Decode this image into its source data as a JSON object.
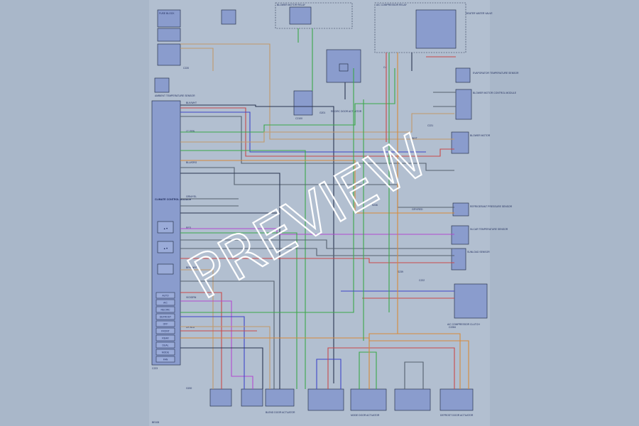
{
  "watermark": {
    "text": "PREVIEW"
  },
  "connector_labels": {
    "c220": "C220",
    "c223": "C223",
    "c221": "C221",
    "c2100": "C2100",
    "c4": "C4",
    "c2284": "C2284",
    "g200": "G200",
    "g201": "G201",
    "s236": "S236",
    "s239": "S239",
    "c222": "C222"
  },
  "components": {
    "blower_motor_relay": "BLOWER MOTOR RELAY",
    "blend_door_actuator": "BLEND DOOR ACTUATOR",
    "mode_door_actuator": "MODE DOOR ACTUATOR",
    "recirc_door_actuator": "RECIRC DOOR ACTUATOR",
    "fuse_block": "FUSE BLOCK",
    "hvac_module": "CLIMATE CONTROL MODULE",
    "ambient_sensor": "AMBIENT TEMPERATURE SENSOR",
    "evap_sensor": "EVAPORATOR TEMPERATURE SENSOR",
    "in_car_sensor": "IN-CAR TEMPERATURE SENSOR",
    "sunload_sensor": "SUNLOAD SENSOR",
    "blower_motor": "BLOWER MOTOR",
    "blower_control": "BLOWER MOTOR CONTROL MODULE",
    "refrigerant_sensor": "REFRIGERANT PRESSURE SENSOR",
    "ac_relay": "A/C COMPRESSOR RELAY",
    "ac_clutch": "A/C COMPRESSOR CLUTCH",
    "defrost_door": "DEFROST DOOR ACTUATOR",
    "heater_valve": "HEATER WATER VALVE"
  },
  "module_buttons": [
    "AUTO",
    "A/C",
    "RECIRC",
    "DEFROST",
    "OFF",
    "FRONT",
    "REAR",
    "DUAL",
    "MODE",
    "FAN"
  ],
  "wire_labels": {
    "w1": "BLK/WHT",
    "w2": "GRN/YEL",
    "w3": "BLU/ORG",
    "w4": "RED",
    "w5": "WHT",
    "w6": "VIO/GRN",
    "w7": "LT GRN",
    "w8": "BRN/WHT",
    "w9": "DK BLU",
    "w10": "GRY/RED"
  },
  "footer": {
    "id": "BE108"
  },
  "colors": {
    "red": "#c94a4a",
    "green": "#3aa84a",
    "blue": "#3f46c8",
    "violet": "#b24ad0",
    "orange": "#d88a3a",
    "tan": "#c29a6a",
    "gray": "#55606e",
    "black": "#2a3550"
  }
}
